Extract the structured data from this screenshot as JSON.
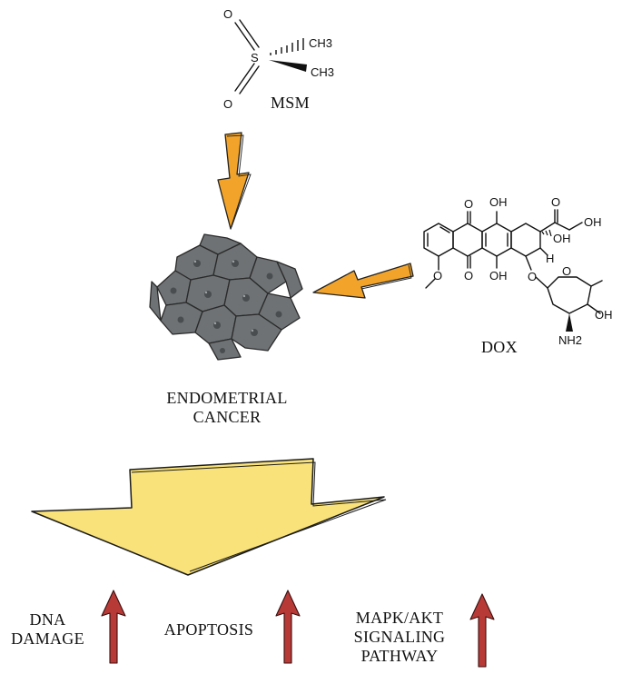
{
  "molecules": {
    "msm": {
      "label": "MSM",
      "atoms": {
        "sulfur": "S",
        "oxygen_top": "O",
        "oxygen_bottom": "O",
        "methyl_1": "CH3",
        "methyl_2": "CH3"
      }
    },
    "dox": {
      "label": "DOX",
      "atoms": {
        "oh_top_left": "OH",
        "oh_top_right": "OH",
        "oh_ring": "OH",
        "oh_bottom": "OH",
        "oh_sugar": "OH",
        "o_ketone_top": "O",
        "o_ketone_bottom": "O",
        "o_methoxy": "O",
        "o_glycoside": "O",
        "o_sugar_ring": "O",
        "h": "H",
        "nh2": "NH2"
      }
    }
  },
  "target": {
    "line1": "ENDOMETRIAL",
    "line2": "CANCER"
  },
  "outcomes": [
    {
      "line1": "DNA",
      "line2": "DAMAGE",
      "direction": "up"
    },
    {
      "line1": "APOPTOSIS",
      "direction": "up"
    },
    {
      "line1": "MAPK/AKT",
      "line2": "SIGNALING",
      "line3": "PATHWAY",
      "direction": "up"
    }
  ],
  "colors": {
    "drug_arrow": "#F2A42A",
    "big_arrow": "#F9E27A",
    "up_arrow": "#B83A36",
    "cells": "#6E7274"
  }
}
